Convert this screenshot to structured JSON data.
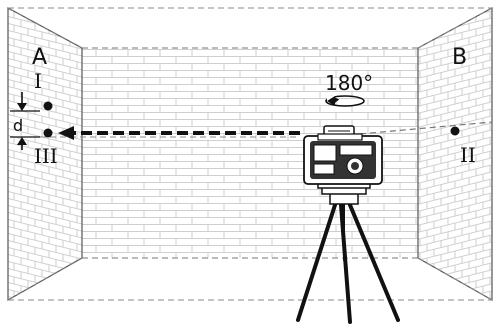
{
  "labels": {
    "wall_left": "A",
    "wall_right": "B",
    "mark_one": "I",
    "mark_two": "II",
    "mark_three": "III",
    "distance": "d",
    "rotation": "180°"
  }
}
